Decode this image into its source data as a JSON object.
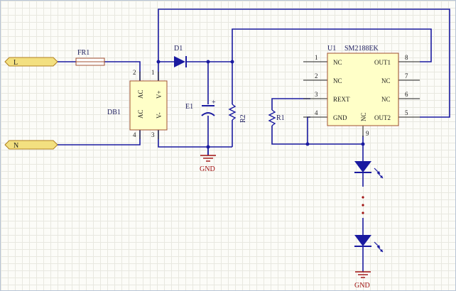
{
  "ports": {
    "line": "L",
    "neutral": "N"
  },
  "fuse": {
    "designator": "FR1"
  },
  "bridge": {
    "designator": "DB1",
    "pin_labels": [
      "AC",
      "AC",
      "V+",
      "V-"
    ],
    "pin_numbers": [
      "2",
      "4",
      "1",
      "3"
    ]
  },
  "diode": {
    "designator": "D1"
  },
  "capacitor": {
    "designator": "E1",
    "polarity": "+"
  },
  "resistors": {
    "r1": "R1",
    "r2": "R2"
  },
  "ic": {
    "designator": "U1",
    "part": "SM2188EK",
    "left_pins": [
      {
        "num": "1",
        "name": "NC"
      },
      {
        "num": "2",
        "name": "NC"
      },
      {
        "num": "3",
        "name": "REXT"
      },
      {
        "num": "4",
        "name": "GND"
      }
    ],
    "right_pins": [
      {
        "num": "8",
        "name": "OUT1"
      },
      {
        "num": "7",
        "name": "NC"
      },
      {
        "num": "6",
        "name": "NC"
      },
      {
        "num": "5",
        "name": "OUT2"
      }
    ],
    "bottom_pin": {
      "num": "9",
      "name": "NC"
    }
  },
  "ground_labels": {
    "left": "GND",
    "bottom": "GND"
  },
  "colors": {
    "wire": "#1a1aa0",
    "component_body": "#ffffc8",
    "component_outline": "#a05030",
    "port_fill": "#f3e080",
    "led": "#1a1aa0",
    "ground_text": "#a01010"
  }
}
